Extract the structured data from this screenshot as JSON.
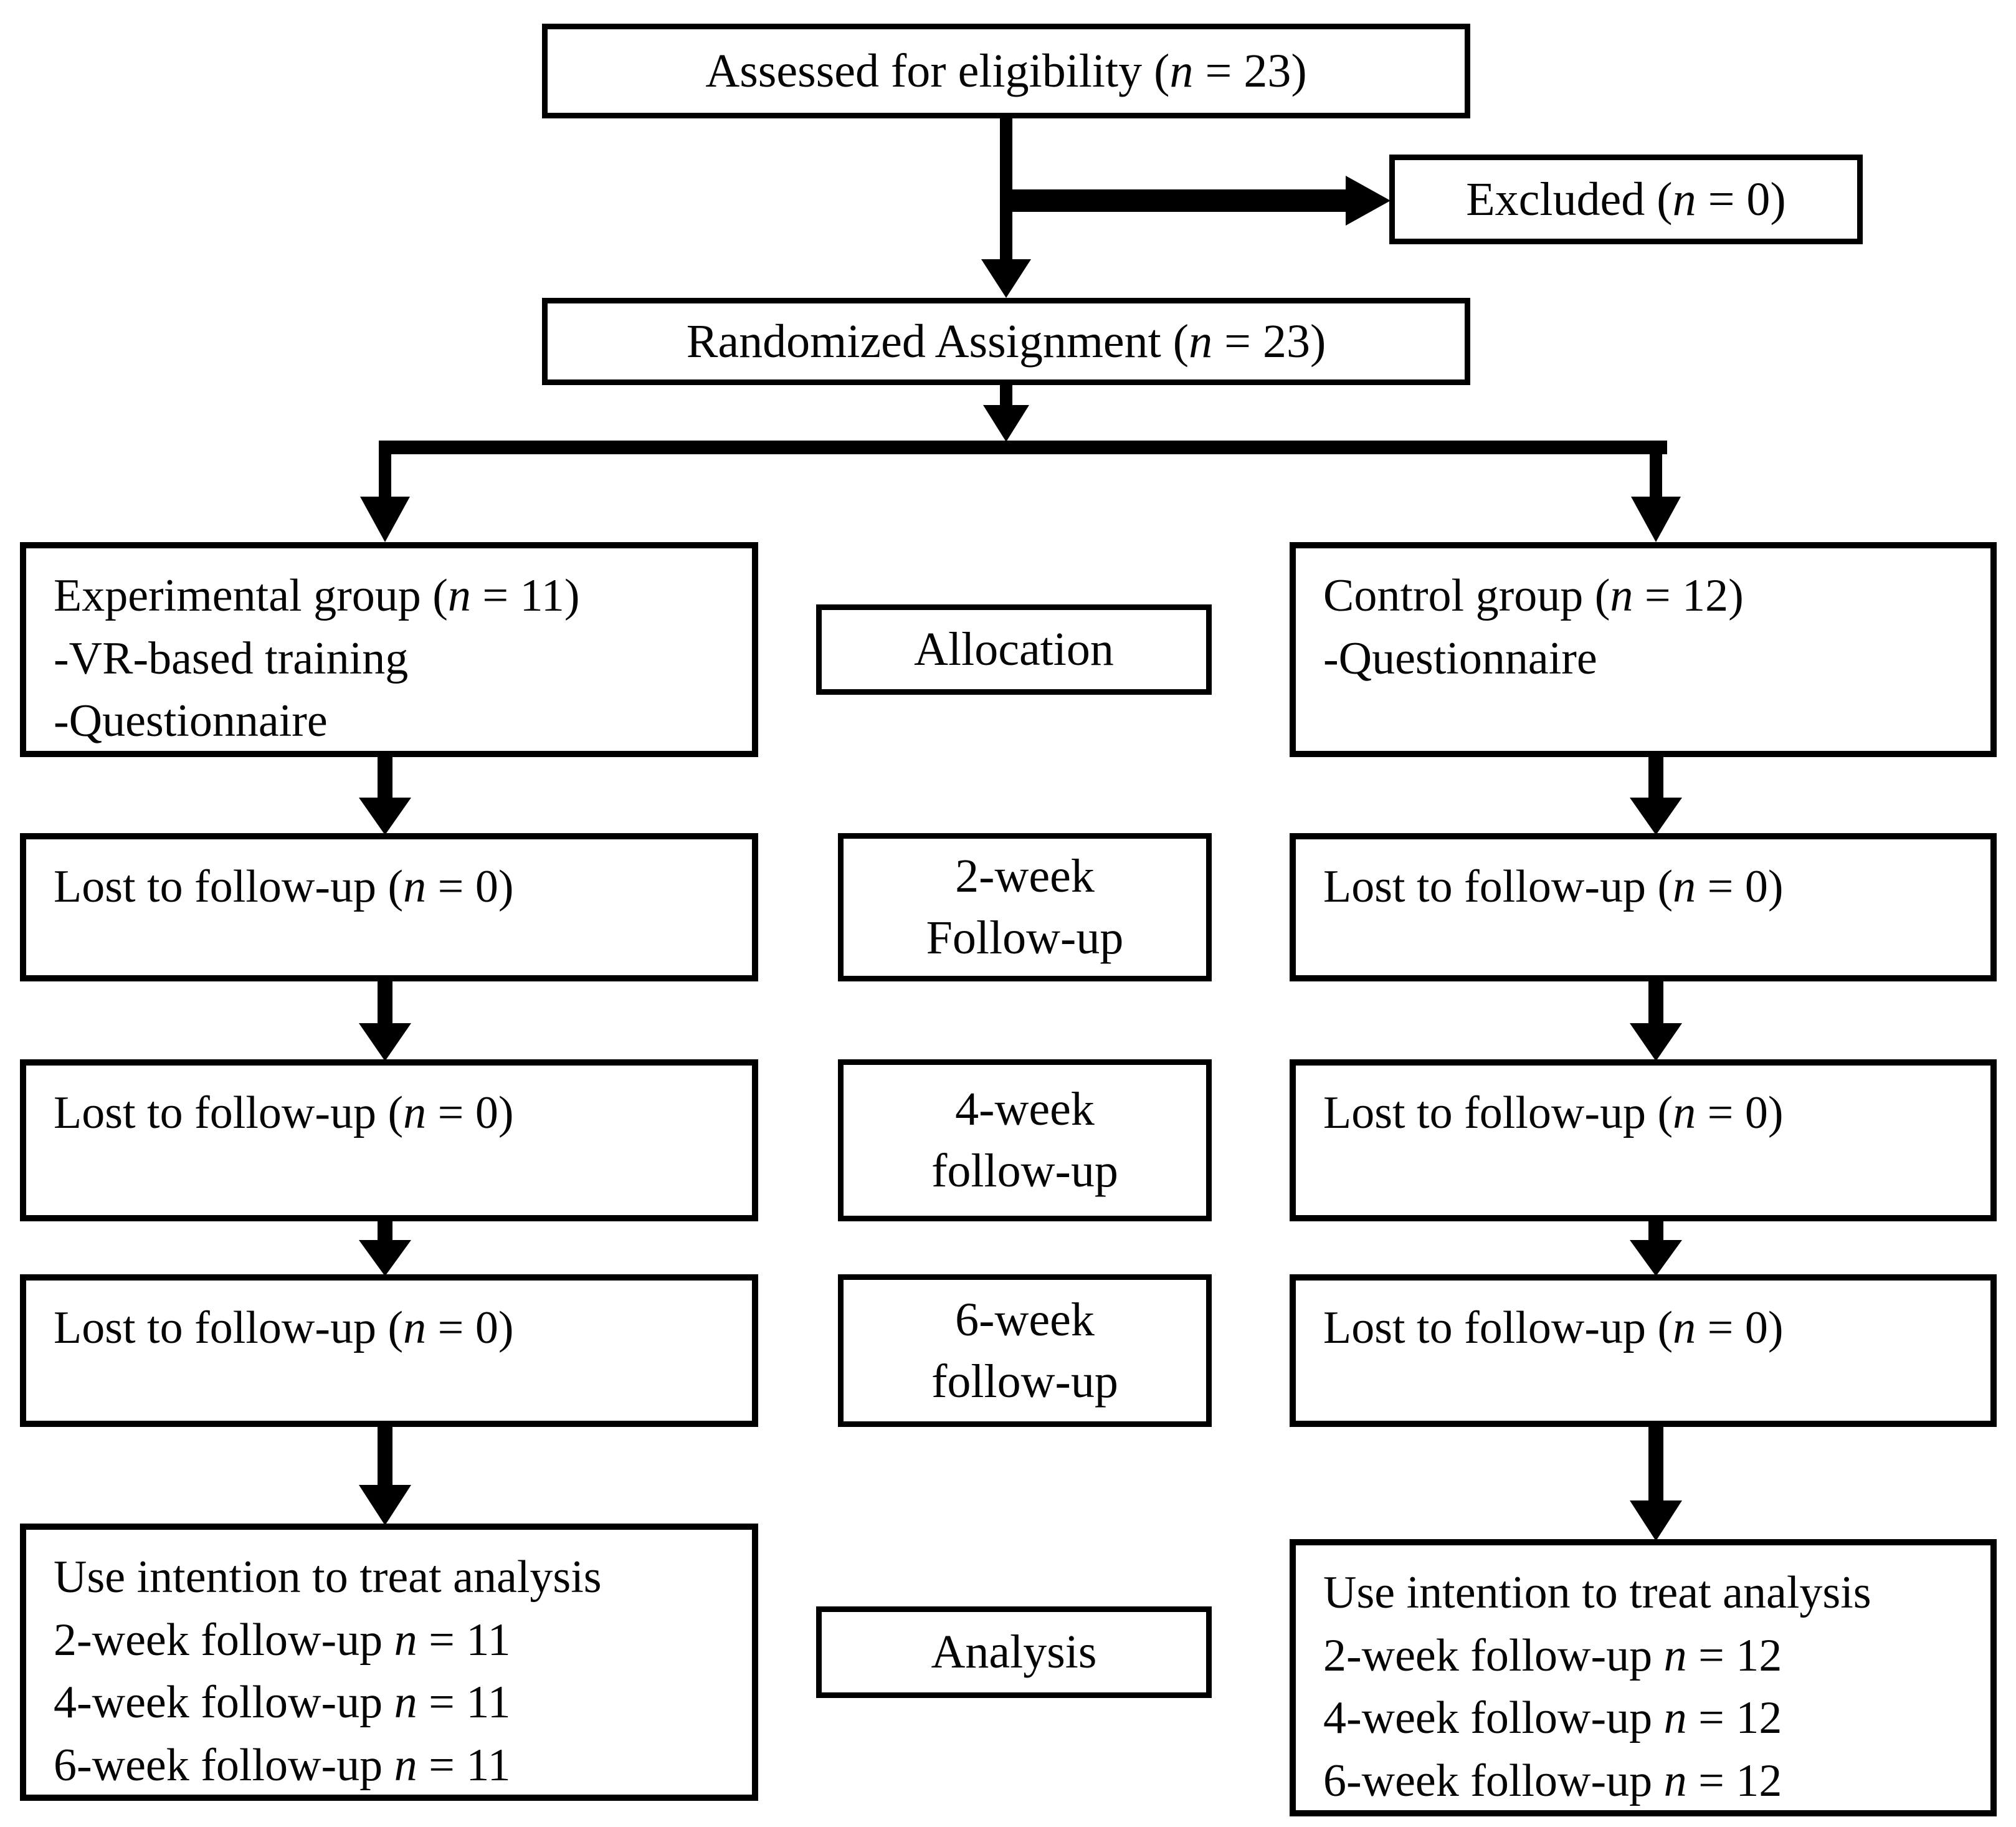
{
  "diagram_title": "CONSORT participant flow diagram",
  "colors": {
    "line": "#000000",
    "box_background": "#ffffff",
    "text": "#050505"
  },
  "boxes": {
    "assessed": "Assessed for eligibility (n = 23)",
    "excluded": "Excluded (n = 0)",
    "randomized": "Randomized Assignment (n = 23)",
    "experimental": {
      "lines": [
        "Experimental group (n = 11)",
        "-VR-based training",
        "-Questionnaire"
      ]
    },
    "control": {
      "lines": [
        "Control group (n = 12)",
        "-Questionnaire"
      ]
    },
    "stage_allocation": "Allocation",
    "stage_week2": {
      "lines": [
        "2-week",
        "Follow-up"
      ]
    },
    "stage_week4": {
      "lines": [
        "4-week",
        "follow-up"
      ]
    },
    "stage_week6": {
      "lines": [
        "6-week",
        "follow-up"
      ]
    },
    "stage_analysis": "Analysis",
    "lost_experimental_2w": "Lost to follow-up (n = 0)",
    "lost_experimental_4w": "Lost to follow-up (n = 0)",
    "lost_experimental_6w": "Lost to follow-up (n = 0)",
    "lost_control_2w": "Lost to follow-up (n = 0)",
    "lost_control_4w": "Lost to follow-up (n = 0)",
    "lost_control_6w": "Lost to follow-up (n = 0)",
    "analysis_experimental": {
      "lines": [
        "Use intention to treat analysis",
        "2-week follow-up n = 11",
        "4-week follow-up n = 11",
        "6-week follow-up n = 11"
      ]
    },
    "analysis_control": {
      "lines": [
        "Use intention to treat analysis",
        "2-week follow-up n = 12",
        "4-week follow-up n = 12",
        "6-week follow-up n = 12"
      ]
    }
  }
}
